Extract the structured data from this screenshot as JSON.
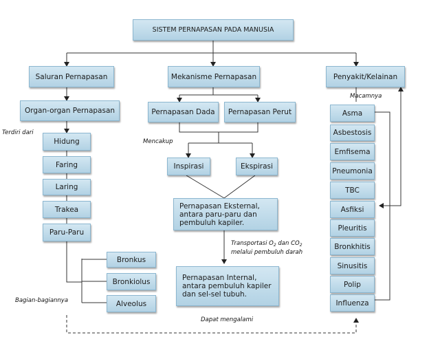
{
  "title": "SISTEM PERNAPASAN PADA MANUSIA",
  "level1": {
    "saluran": "Saluran Pernapasan",
    "mekanisme": "Mekanisme Pernapasan",
    "penyakit": "Penyakit/Kelainan"
  },
  "saluran": {
    "organ_title": "Organ-organ Pernapasan",
    "label_terdiri": "Terdiri dari",
    "organs": [
      "Hidung",
      "Faring",
      "Laring",
      "Trakea",
      "Paru-Paru"
    ],
    "label_bagian": "Bagian-bagiannya",
    "parts": [
      "Bronkus",
      "Bronkiolus",
      "Alveolus"
    ]
  },
  "mekanisme": {
    "dada": "Pernapasan Dada",
    "perut": "Pernapasan Perut",
    "label_mencakup": "Mencakup",
    "inspirasi": "Inspirasi",
    "ekspirasi": "Ekspirasi",
    "eksternal": "Pernapasan Eksternal, antara paru-paru dan pembuluh kapiler.",
    "transport_prefix": "Transportasi O",
    "transport_o_sub": "2",
    "transport_mid": " dan CO",
    "transport_co_sub": "2",
    "transport_suffix": "melalui pembuluh darah",
    "internal": "Pernapasan Internal, antara pembuluh kapiler dan sel-sel tubuh."
  },
  "penyakit": {
    "label_macam": "Macamnya",
    "items": [
      "Asma",
      "Asbestosis",
      "Emfisema",
      "Pneumonia",
      "TBC",
      "Asfiksi",
      "Pleuritis",
      "Bronkhitis",
      "Sinusitis",
      "Polip",
      "Influenza"
    ]
  },
  "label_dapat": "Dapat mengalami"
}
